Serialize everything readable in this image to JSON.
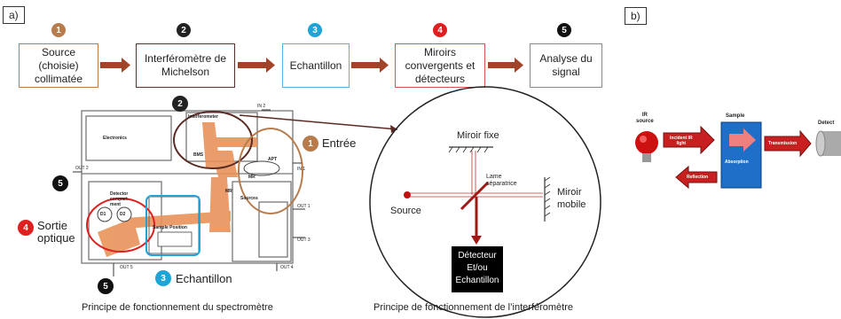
{
  "panel_a": {
    "label": "a)",
    "steps": [
      {
        "num": "1",
        "text": "Source\n(choisie)\ncollimatée",
        "color": "#b87c4c",
        "border": "#b87c4c"
      },
      {
        "num": "2",
        "text": "Interféromètre de\nMichelson",
        "color": "#222222",
        "border": "#5a3030"
      },
      {
        "num": "3",
        "text": "Echantillon",
        "color": "#1fa4d8",
        "border": "#4fb6e6"
      },
      {
        "num": "4",
        "text": "Miroirs\nconvergents et\ndétecteurs",
        "color": "#e02020",
        "border": "#e05050"
      },
      {
        "num": "5",
        "text": "Analyse du\nsignal",
        "color": "#111111",
        "border": "#888888"
      }
    ],
    "spectrometer": {
      "caption": "Principe de fonctionnement du spectromètre",
      "labels": {
        "electronics": "Electronics",
        "interferometer": "Interferometer",
        "bms": "BMS",
        "apt": "APT",
        "sources": "Sources",
        "detector": "Detector\ncompart-\nment",
        "d1": "D1",
        "d2": "D2",
        "sample_position": "Sample Position",
        "in2": "IN 2",
        "in1": "IN 1",
        "out1": "OUT 1",
        "out2": "OUT 2",
        "out3": "OUT 3",
        "out4": "OUT 4",
        "out5": "OUT 5",
        "mr": "MR",
        "mr2": "MR"
      },
      "callouts": {
        "entree": "Entrée",
        "sortie": "Sortie\noptique",
        "echantillon": "Echantillon"
      }
    },
    "interferometer": {
      "caption": "Principe de fonctionnement de l’interféromètre",
      "miroir_fixe": "Miroir fixe",
      "lame": "Lame\nséparatrice",
      "miroir_mobile": "Miroir\nmobile",
      "source": "Source",
      "detecteur": "Détecteur\nEt/ou\nEchantillon"
    }
  },
  "panel_b": {
    "label": "b)",
    "ir_source": "IR\nsource",
    "sample": "Sample",
    "incident": "Incident IR\nlight",
    "absorption": "Absorption",
    "reflection": "Reflection",
    "transmission": "Transmission",
    "detector": "Detect"
  }
}
